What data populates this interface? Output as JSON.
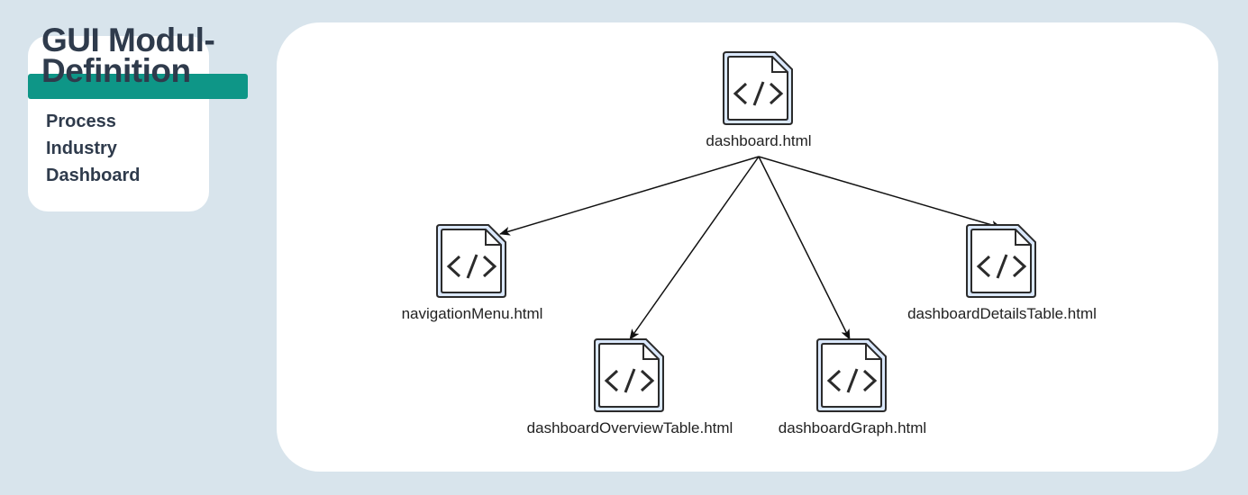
{
  "sidebar": {
    "title_line1": "GUI Modul-",
    "title_line2": "Definition",
    "subtitle_lines": [
      "Process",
      "Industry",
      "Dashboard"
    ],
    "accent_color": "#0e9687"
  },
  "diagram": {
    "root": "dashboard.html",
    "children": [
      "navigationMenu.html",
      "dashboardOverviewTable.html",
      "dashboardGraph.html",
      "dashboardDetailsTable.html"
    ],
    "node_icon": "html-file-code-icon",
    "edges": [
      [
        "dashboard.html",
        "navigationMenu.html"
      ],
      [
        "dashboard.html",
        "dashboardOverviewTable.html"
      ],
      [
        "dashboard.html",
        "dashboardGraph.html"
      ],
      [
        "dashboard.html",
        "dashboardDetailsTable.html"
      ]
    ]
  }
}
